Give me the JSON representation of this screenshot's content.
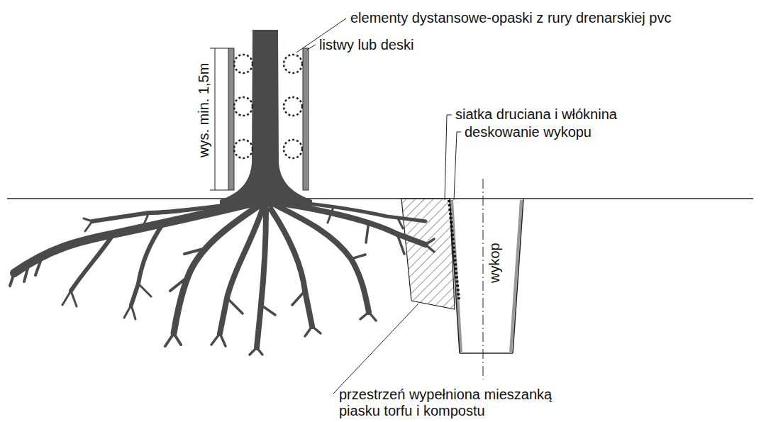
{
  "diagram": {
    "nodes": [
      {
        "text": [
          "wykop"
        ]
      }
    ],
    "labels": [
      "elementy dystansowe-opaski z rury drenarskiej pvc",
      "listwy lub deski",
      "wys. min. 1,5m",
      "siatka druciana i włóknina",
      "deskowanie wykopu",
      "przestrzeń wypełniona mieszanką piasku torfu i kompostu"
    ]
  }
}
